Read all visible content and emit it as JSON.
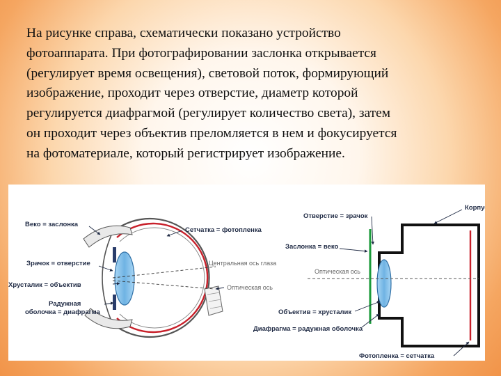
{
  "paragraph_lines": [
    "На рисунке справа, схематически показано устройство",
    "фотоаппарата. При фотографировании заслонка открывается",
    "(регулирует время освещения), световой поток, формирующий",
    "изображение, проходит через отверстие, диаметр которой",
    "регулируется диафрагмой (регулирует количество света), затем",
    "он проходит через объектив преломляется в нем и фокусируется",
    "на фотоматериале, который регистрирует изображение."
  ],
  "eye_labels": {
    "eyelid": "Веко = заслонка",
    "retina": "Сетчатка = фотопленка",
    "pupil": "Зрачок = отверстие",
    "central_axis": "Центральная ось глаза",
    "lens": "Хрусталик = объектив",
    "optic_axis": "Оптическая ось",
    "iris_line1": "Радужная",
    "iris_line2": "оболочка = диафрагма"
  },
  "camera_labels": {
    "aperture": "Отверстие = зрачок",
    "body": "Корпус",
    "shutter": "Заслонка = веко",
    "optic_axis": "Оптическая ось",
    "objective": "Объектив = хрусталик",
    "diaphragm": "Диафрагма = радужная оболочка",
    "film": "Фотопленка = сетчатка"
  },
  "colors": {
    "accent_red": "#c8202a",
    "shutter_green": "#1a9a3a",
    "lens_blue": "#7fbde8"
  }
}
